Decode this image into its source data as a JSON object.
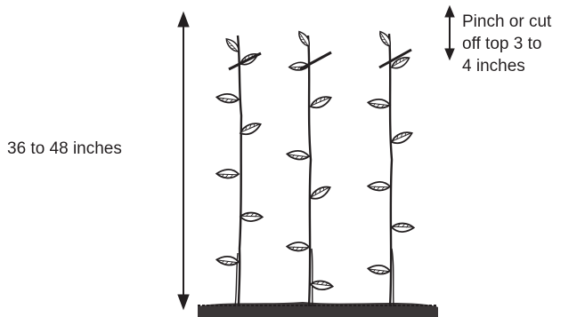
{
  "diagram": {
    "height_label": "36 to 48 inches",
    "pinch_label_lines": [
      "Pinch or cut",
      "off top 3 to",
      "4 inches"
    ],
    "colors": {
      "ink": "#231f20",
      "background": "#ffffff"
    },
    "plants": [
      {
        "name": "left-plant",
        "pinch_mark": true
      },
      {
        "name": "middle-plant",
        "pinch_mark": true
      },
      {
        "name": "right-plant",
        "pinch_mark": true
      }
    ],
    "icons": [
      "height-arrow-icon",
      "pinch-arrow-icon",
      "ground-soil-icon",
      "leaf-icon",
      "cut-mark-icon"
    ]
  }
}
